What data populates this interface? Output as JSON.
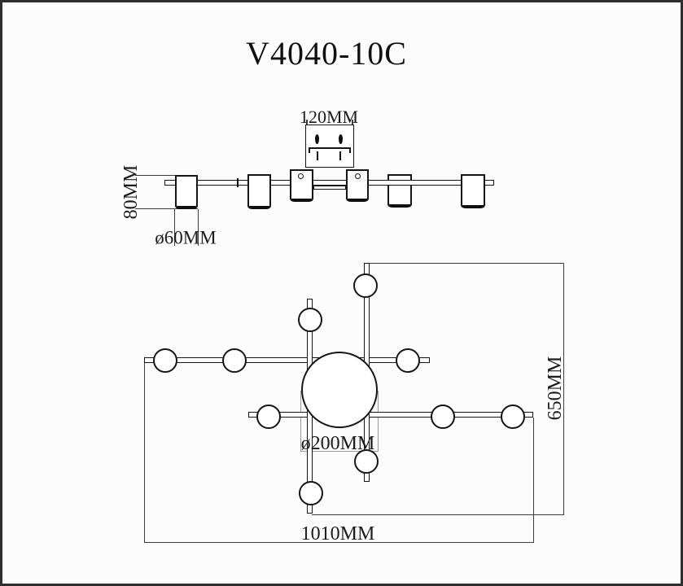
{
  "title": "V4040-10C",
  "side_view": {
    "canopy_width_label": "120MM",
    "shade_height_label": "80MM",
    "shade_diameter_label": "ø60MM"
  },
  "plan_view": {
    "overall_length_label": "1010MM",
    "overall_depth_label": "650MM",
    "center_plate_diameter_label": "ø200MM",
    "bulb_count": 10
  }
}
